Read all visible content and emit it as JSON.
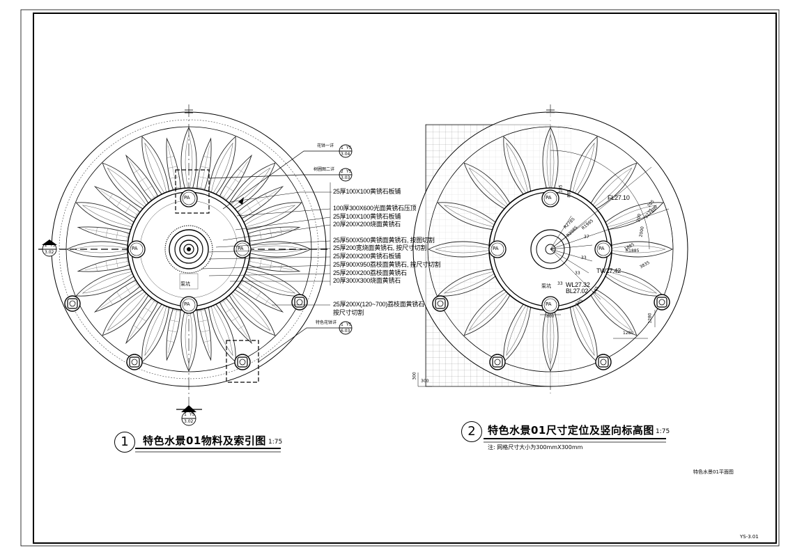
{
  "drawing1": {
    "number": "1",
    "title": "特色水景01物料及索引图",
    "scale": "1:75",
    "pa_tag": "PA",
    "callouts": [
      {
        "top": "花钵一详",
        "ref": "1",
        "sheet": "YS",
        "page": "3.04"
      },
      {
        "top": "树圃图二详",
        "ref": "2",
        "sheet": "YS",
        "page": "3.03"
      },
      {
        "top": "特色花钵详",
        "ref": "1",
        "sheet": "YS",
        "page": "6.03"
      }
    ],
    "section_marks": [
      {
        "ref": "2",
        "sheet": "YS",
        "page": "3.02"
      },
      {
        "ref": "1",
        "sheet": "YS",
        "page": "3.02"
      }
    ],
    "materials": [
      "25厚100X100黄锈石板铺",
      "100厚300X600光面黄锈石压顶",
      "25厚100X100黄锈石板铺",
      "20厚200X200烧面黄锈石",
      "25厚500X500黄锈面黄锈石, 按图切割",
      "25厚200宽烧面黄锈石, 按尺寸切割",
      "25厚200X200黄锈石板铺",
      "25厚900X950荔枝面黄锈石, 按尺寸切割",
      "25厚200X200荔枝面黄锈石",
      "20厚300X300烧面黄锈石",
      "25厚200X(120~700)荔枝面黄锈石",
      "按尺寸切割"
    ],
    "inner_label": "泵坑"
  },
  "drawing2": {
    "number": "2",
    "title": "特色水景01尺寸定位及竖向标高图",
    "scale": "1:75",
    "note": "注: 网格尺寸大小为300mmX300mm",
    "pa_tag": "PA",
    "elevations": [
      "FL27.10",
      "TW27.42",
      "WL27.32",
      "BL27.02"
    ],
    "dims": [
      "185",
      "885",
      "R2785",
      "R2085",
      "R1985",
      "R1885",
      "37",
      "33",
      "33",
      "33",
      "3835",
      "1885",
      "265",
      "165",
      "200",
      "2000",
      "1280",
      "1280",
      "800",
      "300",
      "300",
      "400",
      "205",
      "2235"
    ],
    "inner_label": "泵坑"
  },
  "sheet_caption": "特色水景01平面图",
  "sheet_number": "YS-3.01"
}
